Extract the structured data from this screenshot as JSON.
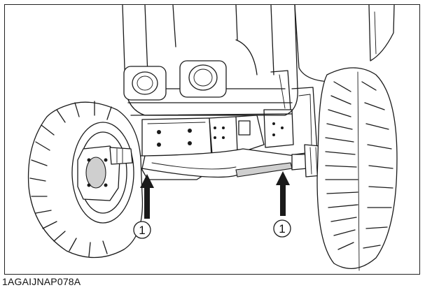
{
  "figure": {
    "callouts": [
      {
        "label": "1"
      },
      {
        "label": "1"
      }
    ],
    "figure_code": "1AGAIJNAP078A"
  }
}
